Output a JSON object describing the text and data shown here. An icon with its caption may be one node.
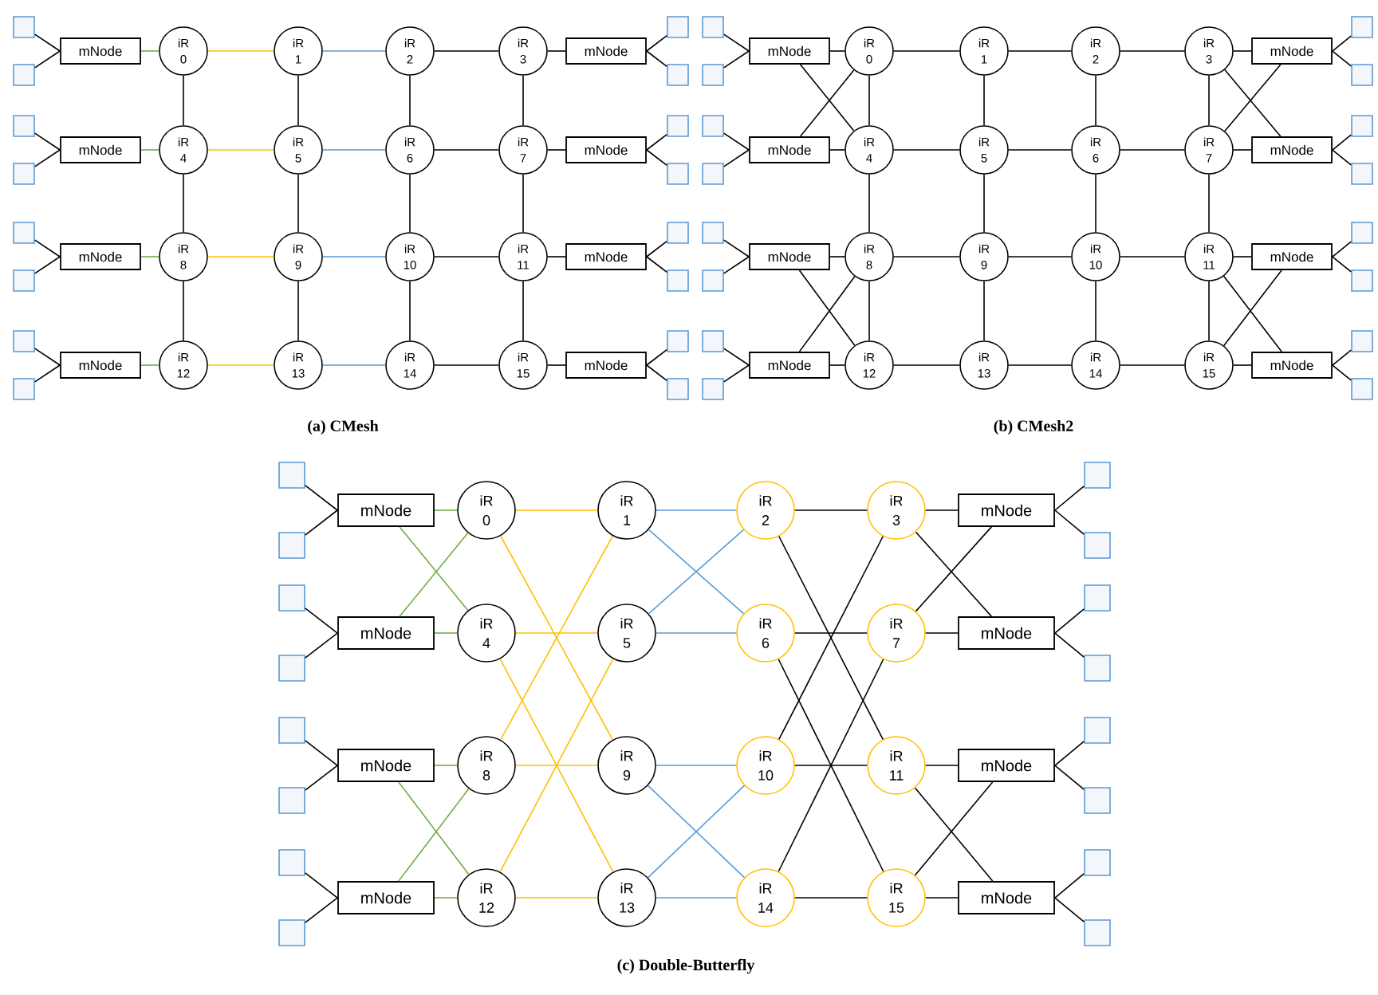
{
  "diagram": {
    "nodes": [
      {
        "text": [],
        "shape": "box"
      },
      {
        "text": [],
        "shape": "box"
      },
      {
        "text": [
          "mNode"
        ]
      },
      {
        "text": [
          "iR 0"
        ]
      },
      {
        "text": [
          "iR 1"
        ]
      },
      {
        "text": [
          "iR 2"
        ]
      },
      {
        "text": [
          "iR 3"
        ]
      },
      {
        "text": [
          "mNode"
        ]
      },
      {
        "text": [],
        "shape": "box"
      },
      {
        "text": [],
        "shape": "box"
      },
      {
        "text": [],
        "shape": "box"
      },
      {
        "text": [],
        "shape": "box"
      },
      {
        "text": [
          "mNode"
        ]
      },
      {
        "text": [
          "iR 4"
        ]
      },
      {
        "text": [
          "iR 5"
        ]
      },
      {
        "text": [
          "iR 6"
        ]
      },
      {
        "text": [
          "iR 7"
        ]
      },
      {
        "text": [
          "mNode"
        ]
      },
      {
        "text": [],
        "shape": "box"
      },
      {
        "text": [],
        "shape": "box"
      },
      {
        "text": [],
        "shape": "box"
      },
      {
        "text": [],
        "shape": "box"
      },
      {
        "text": [
          "mNode"
        ]
      },
      {
        "text": [
          "iR 8"
        ]
      },
      {
        "text": [
          "iR 9"
        ]
      },
      {
        "text": [
          "iR 10"
        ]
      },
      {
        "text": [
          "iR 11"
        ]
      },
      {
        "text": [
          "mNode"
        ]
      },
      {
        "text": [],
        "shape": "box"
      },
      {
        "text": [],
        "shape": "box"
      },
      {
        "text": [],
        "shape": "box"
      },
      {
        "text": [],
        "shape": "box"
      },
      {
        "text": [
          "mNode"
        ]
      },
      {
        "text": [
          "iR 12"
        ]
      },
      {
        "text": [
          "iR 13"
        ]
      },
      {
        "text": [
          "iR 14"
        ]
      },
      {
        "text": [
          "iR 15"
        ]
      },
      {
        "text": [
          "mNode"
        ]
      },
      {
        "text": [],
        "shape": "box"
      },
      {
        "text": [],
        "shape": "box"
      },
      {
        "text": [],
        "shape": "box"
      },
      {
        "text": [],
        "shape": "box"
      },
      {
        "text": [
          "mNode"
        ]
      },
      {
        "text": [
          "iR 0"
        ]
      },
      {
        "text": [
          "iR 1"
        ]
      },
      {
        "text": [
          "iR 2"
        ]
      },
      {
        "text": [
          "iR 3"
        ]
      },
      {
        "text": [
          "mNode"
        ]
      },
      {
        "text": [],
        "shape": "box"
      },
      {
        "text": [],
        "shape": "box"
      },
      {
        "text": [],
        "shape": "box"
      },
      {
        "text": [],
        "shape": "box"
      },
      {
        "text": [
          "mNode"
        ]
      },
      {
        "text": [
          "iR 4"
        ]
      },
      {
        "text": [
          "iR 5"
        ]
      },
      {
        "text": [
          "iR 6"
        ]
      },
      {
        "text": [
          "iR 7"
        ]
      },
      {
        "text": [
          "mNode"
        ]
      },
      {
        "text": [],
        "shape": "box"
      },
      {
        "text": [],
        "shape": "box"
      },
      {
        "text": [],
        "shape": "box"
      },
      {
        "text": [],
        "shape": "box"
      },
      {
        "text": [
          "mNode"
        ]
      },
      {
        "text": [
          "iR 8"
        ]
      },
      {
        "text": [
          "iR 9"
        ]
      },
      {
        "text": [
          "iR 10"
        ]
      },
      {
        "text": [
          "iR 11"
        ]
      },
      {
        "text": [
          "mNode"
        ]
      },
      {
        "text": [],
        "shape": "box"
      },
      {
        "text": [],
        "shape": "box"
      },
      {
        "text": [],
        "shape": "box"
      },
      {
        "text": [],
        "shape": "box"
      },
      {
        "text": [
          "mNode"
        ]
      },
      {
        "text": [
          "iR 12"
        ]
      },
      {
        "text": [
          "iR 13"
        ]
      },
      {
        "text": [
          "iR 14"
        ]
      },
      {
        "text": [
          "iR 15"
        ]
      },
      {
        "text": [
          "mNode"
        ]
      },
      {
        "text": [],
        "shape": "box"
      },
      {
        "text": [],
        "shape": "box"
      },
      {
        "text": [],
        "shape": "box"
      },
      {
        "text": [],
        "shape": "box"
      },
      {
        "text": [
          "mNode"
        ]
      },
      {
        "text": [
          "iR 0"
        ]
      },
      {
        "text": [
          "iR 1"
        ]
      },
      {
        "text": [
          "iR 2"
        ]
      },
      {
        "text": [
          "iR 3"
        ]
      },
      {
        "text": [
          "mNode"
        ]
      },
      {
        "text": [],
        "shape": "box"
      },
      {
        "text": [],
        "shape": "box"
      },
      {
        "text": [],
        "shape": "box"
      },
      {
        "text": [],
        "shape": "box"
      },
      {
        "text": [
          "mNode"
        ]
      },
      {
        "text": [
          "iR 4"
        ]
      },
      {
        "text": [
          "iR 5"
        ]
      },
      {
        "text": [
          "iR 6"
        ]
      },
      {
        "text": [
          "iR 7"
        ]
      },
      {
        "text": [
          "mNode"
        ]
      },
      {
        "text": [],
        "shape": "box"
      },
      {
        "text": [],
        "shape": "box"
      },
      {
        "text": [],
        "shape": "box"
      },
      {
        "text": [],
        "shape": "box"
      },
      {
        "text": [
          "mNode"
        ]
      },
      {
        "text": [
          "iR 8"
        ]
      },
      {
        "text": [
          "iR 9"
        ]
      },
      {
        "text": [
          "iR 10"
        ]
      },
      {
        "text": [
          "iR 11"
        ]
      },
      {
        "text": [
          "mNode"
        ]
      },
      {
        "text": [],
        "shape": "box"
      },
      {
        "text": [],
        "shape": "box"
      },
      {
        "text": [],
        "shape": "box"
      },
      {
        "text": [],
        "shape": "box"
      },
      {
        "text": [
          "mNode"
        ]
      },
      {
        "text": [
          "iR 12"
        ]
      },
      {
        "text": [
          "iR 13"
        ]
      },
      {
        "text": [
          "iR 14"
        ]
      },
      {
        "text": [
          "iR 15"
        ]
      },
      {
        "text": [
          "mNode"
        ]
      },
      {
        "text": [],
        "shape": "box"
      },
      {
        "text": [],
        "shape": "box"
      }
    ],
    "edges": [
      {
        "from": 2,
        "to": 0,
        "arrow": "none"
      },
      {
        "from": 2,
        "to": 1,
        "arrow": "none"
      },
      {
        "from": 7,
        "to": 8,
        "arrow": "none"
      },
      {
        "from": 7,
        "to": 9,
        "arrow": "none"
      },
      {
        "from": 12,
        "to": 10,
        "arrow": "none"
      },
      {
        "from": 12,
        "to": 11,
        "arrow": "none"
      },
      {
        "from": 17,
        "to": 18,
        "arrow": "none"
      },
      {
        "from": 17,
        "to": 19,
        "arrow": "none"
      },
      {
        "from": 22,
        "to": 20,
        "arrow": "none"
      },
      {
        "from": 22,
        "to": 21,
        "arrow": "none"
      },
      {
        "from": 27,
        "to": 28,
        "arrow": "none"
      },
      {
        "from": 27,
        "to": 29,
        "arrow": "none"
      },
      {
        "from": 32,
        "to": 30,
        "arrow": "none"
      },
      {
        "from": 32,
        "to": 31,
        "arrow": "none"
      },
      {
        "from": 37,
        "to": 38,
        "arrow": "none"
      },
      {
        "from": 37,
        "to": 39,
        "arrow": "none"
      },
      {
        "from": 2,
        "to": 3,
        "arrow": "none",
        "color": "#70ad47"
      },
      {
        "from": 3,
        "to": 4,
        "arrow": "none",
        "color": "#ffc000"
      },
      {
        "from": 4,
        "to": 5,
        "arrow": "none",
        "color": "#5b9bd5"
      },
      {
        "from": 5,
        "to": 6,
        "arrow": "none"
      },
      {
        "from": 6,
        "to": 7,
        "arrow": "none"
      },
      {
        "from": 12,
        "to": 13,
        "arrow": "none",
        "color": "#70ad47"
      },
      {
        "from": 13,
        "to": 14,
        "arrow": "none",
        "color": "#ffc000"
      },
      {
        "from": 14,
        "to": 15,
        "arrow": "none",
        "color": "#5b9bd5"
      },
      {
        "from": 15,
        "to": 16,
        "arrow": "none"
      },
      {
        "from": 16,
        "to": 17,
        "arrow": "none"
      },
      {
        "from": 22,
        "to": 23,
        "arrow": "none",
        "color": "#70ad47"
      },
      {
        "from": 23,
        "to": 24,
        "arrow": "none",
        "color": "#ffc000"
      },
      {
        "from": 24,
        "to": 25,
        "arrow": "none",
        "color": "#5b9bd5"
      },
      {
        "from": 25,
        "to": 26,
        "arrow": "none"
      },
      {
        "from": 26,
        "to": 27,
        "arrow": "none"
      },
      {
        "from": 32,
        "to": 33,
        "arrow": "none",
        "color": "#70ad47"
      },
      {
        "from": 33,
        "to": 34,
        "arrow": "none",
        "color": "#ffc000"
      },
      {
        "from": 34,
        "to": 35,
        "arrow": "none",
        "color": "#5b9bd5"
      },
      {
        "from": 35,
        "to": 36,
        "arrow": "none"
      },
      {
        "from": 36,
        "to": 37,
        "arrow": "none"
      },
      {
        "from": 3,
        "to": 13,
        "arrow": "none"
      },
      {
        "from": 4,
        "to": 14,
        "arrow": "none"
      },
      {
        "from": 5,
        "to": 15,
        "arrow": "none"
      },
      {
        "from": 6,
        "to": 16,
        "arrow": "none"
      },
      {
        "from": 13,
        "to": 23,
        "arrow": "none"
      },
      {
        "from": 14,
        "to": 24,
        "arrow": "none"
      },
      {
        "from": 15,
        "to": 25,
        "arrow": "none"
      },
      {
        "from": 16,
        "to": 26,
        "arrow": "none"
      },
      {
        "from": 23,
        "to": 33,
        "arrow": "none"
      },
      {
        "from": 24,
        "to": 34,
        "arrow": "none"
      },
      {
        "from": 25,
        "to": 35,
        "arrow": "none"
      },
      {
        "from": 26,
        "to": 36,
        "arrow": "none"
      },
      {
        "from": 42,
        "to": 40,
        "arrow": "none"
      },
      {
        "from": 42,
        "to": 41,
        "arrow": "none"
      },
      {
        "from": 47,
        "to": 48,
        "arrow": "none"
      },
      {
        "from": 47,
        "to": 49,
        "arrow": "none"
      },
      {
        "from": 52,
        "to": 50,
        "arrow": "none"
      },
      {
        "from": 52,
        "to": 51,
        "arrow": "none"
      },
      {
        "from": 57,
        "to": 58,
        "arrow": "none"
      },
      {
        "from": 57,
        "to": 59,
        "arrow": "none"
      },
      {
        "from": 62,
        "to": 60,
        "arrow": "none"
      },
      {
        "from": 62,
        "to": 61,
        "arrow": "none"
      },
      {
        "from": 67,
        "to": 68,
        "arrow": "none"
      },
      {
        "from": 67,
        "to": 69,
        "arrow": "none"
      },
      {
        "from": 72,
        "to": 70,
        "arrow": "none"
      },
      {
        "from": 72,
        "to": 71,
        "arrow": "none"
      },
      {
        "from": 77,
        "to": 78,
        "arrow": "none"
      },
      {
        "from": 77,
        "to": 79,
        "arrow": "none"
      },
      {
        "from": 42,
        "to": 43,
        "arrow": "none"
      },
      {
        "from": 42,
        "to": 53,
        "arrow": "none"
      },
      {
        "from": 52,
        "to": 53,
        "arrow": "none"
      },
      {
        "from": 52,
        "to": 43,
        "arrow": "none"
      },
      {
        "from": 46,
        "to": 47,
        "arrow": "none"
      },
      {
        "from": 46,
        "to": 57,
        "arrow": "none"
      },
      {
        "from": 56,
        "to": 57,
        "arrow": "none"
      },
      {
        "from": 56,
        "to": 47,
        "arrow": "none"
      },
      {
        "from": 62,
        "to": 63,
        "arrow": "none"
      },
      {
        "from": 62,
        "to": 73,
        "arrow": "none"
      },
      {
        "from": 72,
        "to": 73,
        "arrow": "none"
      },
      {
        "from": 72,
        "to": 63,
        "arrow": "none"
      },
      {
        "from": 66,
        "to": 67,
        "arrow": "none"
      },
      {
        "from": 66,
        "to": 77,
        "arrow": "none"
      },
      {
        "from": 76,
        "to": 77,
        "arrow": "none"
      },
      {
        "from": 76,
        "to": 67,
        "arrow": "none"
      },
      {
        "from": 43,
        "to": 44,
        "arrow": "none"
      },
      {
        "from": 44,
        "to": 45,
        "arrow": "none"
      },
      {
        "from": 45,
        "to": 46,
        "arrow": "none"
      },
      {
        "from": 53,
        "to": 54,
        "arrow": "none"
      },
      {
        "from": 54,
        "to": 55,
        "arrow": "none"
      },
      {
        "from": 55,
        "to": 56,
        "arrow": "none"
      },
      {
        "from": 63,
        "to": 64,
        "arrow": "none"
      },
      {
        "from": 64,
        "to": 65,
        "arrow": "none"
      },
      {
        "from": 65,
        "to": 66,
        "arrow": "none"
      },
      {
        "from": 73,
        "to": 74,
        "arrow": "none"
      },
      {
        "from": 74,
        "to": 75,
        "arrow": "none"
      },
      {
        "from": 75,
        "to": 76,
        "arrow": "none"
      },
      {
        "from": 43,
        "to": 53,
        "arrow": "none"
      },
      {
        "from": 44,
        "to": 54,
        "arrow": "none"
      },
      {
        "from": 45,
        "to": 55,
        "arrow": "none"
      },
      {
        "from": 46,
        "to": 56,
        "arrow": "none"
      },
      {
        "from": 53,
        "to": 63,
        "arrow": "none"
      },
      {
        "from": 54,
        "to": 64,
        "arrow": "none"
      },
      {
        "from": 55,
        "to": 65,
        "arrow": "none"
      },
      {
        "from": 56,
        "to": 66,
        "arrow": "none"
      },
      {
        "from": 63,
        "to": 73,
        "arrow": "none"
      },
      {
        "from": 64,
        "to": 74,
        "arrow": "none"
      },
      {
        "from": 65,
        "to": 75,
        "arrow": "none"
      },
      {
        "from": 66,
        "to": 76,
        "arrow": "none"
      },
      {
        "from": 82,
        "to": 80,
        "arrow": "none"
      },
      {
        "from": 82,
        "to": 81,
        "arrow": "none"
      },
      {
        "from": 87,
        "to": 88,
        "arrow": "none"
      },
      {
        "from": 87,
        "to": 89,
        "arrow": "none"
      },
      {
        "from": 92,
        "to": 90,
        "arrow": "none"
      },
      {
        "from": 92,
        "to": 91,
        "arrow": "none"
      },
      {
        "from": 97,
        "to": 98,
        "arrow": "none"
      },
      {
        "from": 97,
        "to": 99,
        "arrow": "none"
      },
      {
        "from": 102,
        "to": 100,
        "arrow": "none"
      },
      {
        "from": 102,
        "to": 101,
        "arrow": "none"
      },
      {
        "from": 107,
        "to": 108,
        "arrow": "none"
      },
      {
        "from": 107,
        "to": 109,
        "arrow": "none"
      },
      {
        "from": 112,
        "to": 110,
        "arrow": "none"
      },
      {
        "from": 112,
        "to": 111,
        "arrow": "none"
      },
      {
        "from": 117,
        "to": 118,
        "arrow": "none"
      },
      {
        "from": 117,
        "to": 119,
        "arrow": "none"
      },
      {
        "from": 82,
        "to": 83,
        "arrow": "none",
        "color": "#70ad47"
      },
      {
        "from": 82,
        "to": 93,
        "arrow": "none",
        "color": "#70ad47"
      },
      {
        "from": 92,
        "to": 93,
        "arrow": "none",
        "color": "#70ad47"
      },
      {
        "from": 92,
        "to": 83,
        "arrow": "none",
        "color": "#70ad47"
      },
      {
        "from": 102,
        "to": 103,
        "arrow": "none",
        "color": "#70ad47"
      },
      {
        "from": 102,
        "to": 113,
        "arrow": "none",
        "color": "#70ad47"
      },
      {
        "from": 112,
        "to": 113,
        "arrow": "none",
        "color": "#70ad47"
      },
      {
        "from": 112,
        "to": 103,
        "arrow": "none",
        "color": "#70ad47"
      },
      {
        "from": 83,
        "to": 84,
        "arrow": "none",
        "color": "#ffc000"
      },
      {
        "from": 83,
        "to": 104,
        "arrow": "none",
        "color": "#ffc000"
      },
      {
        "from": 93,
        "to": 94,
        "arrow": "none",
        "color": "#ffc000"
      },
      {
        "from": 93,
        "to": 114,
        "arrow": "none",
        "color": "#ffc000"
      },
      {
        "from": 103,
        "to": 104,
        "arrow": "none",
        "color": "#ffc000"
      },
      {
        "from": 103,
        "to": 84,
        "arrow": "none",
        "color": "#ffc000"
      },
      {
        "from": 113,
        "to": 114,
        "arrow": "none",
        "color": "#ffc000"
      },
      {
        "from": 113,
        "to": 94,
        "arrow": "none",
        "color": "#ffc000"
      },
      {
        "from": 84,
        "to": 85,
        "arrow": "none",
        "color": "#5b9bd5"
      },
      {
        "from": 84,
        "to": 95,
        "arrow": "none",
        "color": "#5b9bd5"
      },
      {
        "from": 94,
        "to": 95,
        "arrow": "none",
        "color": "#5b9bd5"
      },
      {
        "from": 94,
        "to": 85,
        "arrow": "none",
        "color": "#5b9bd5"
      },
      {
        "from": 104,
        "to": 105,
        "arrow": "none",
        "color": "#5b9bd5"
      },
      {
        "from": 104,
        "to": 115,
        "arrow": "none",
        "color": "#5b9bd5"
      },
      {
        "from": 114,
        "to": 115,
        "arrow": "none",
        "color": "#5b9bd5"
      },
      {
        "from": 114,
        "to": 105,
        "arrow": "none",
        "color": "#5b9bd5"
      },
      {
        "from": 85,
        "to": 86,
        "arrow": "none"
      },
      {
        "from": 85,
        "to": 106,
        "arrow": "none"
      },
      {
        "from": 95,
        "to": 96,
        "arrow": "none"
      },
      {
        "from": 95,
        "to": 116,
        "arrow": "none"
      },
      {
        "from": 105,
        "to": 106,
        "arrow": "none"
      },
      {
        "from": 105,
        "to": 86,
        "arrow": "none"
      },
      {
        "from": 115,
        "to": 116,
        "arrow": "none"
      },
      {
        "from": 115,
        "to": 96,
        "arrow": "none"
      },
      {
        "from": 86,
        "to": 87,
        "arrow": "none"
      },
      {
        "from": 86,
        "to": 97,
        "arrow": "none"
      },
      {
        "from": 96,
        "to": 97,
        "arrow": "none"
      },
      {
        "from": 96,
        "to": 87,
        "arrow": "none"
      },
      {
        "from": 106,
        "to": 107,
        "arrow": "none"
      },
      {
        "from": 106,
        "to": 117,
        "arrow": "none"
      },
      {
        "from": 116,
        "to": 117,
        "arrow": "none"
      },
      {
        "from": 116,
        "to": 107,
        "arrow": "none"
      }
    ],
    "labels": [
      "(a) CMesh",
      "(b) CMesh2",
      "(c) Double-Butterfly"
    ]
  }
}
